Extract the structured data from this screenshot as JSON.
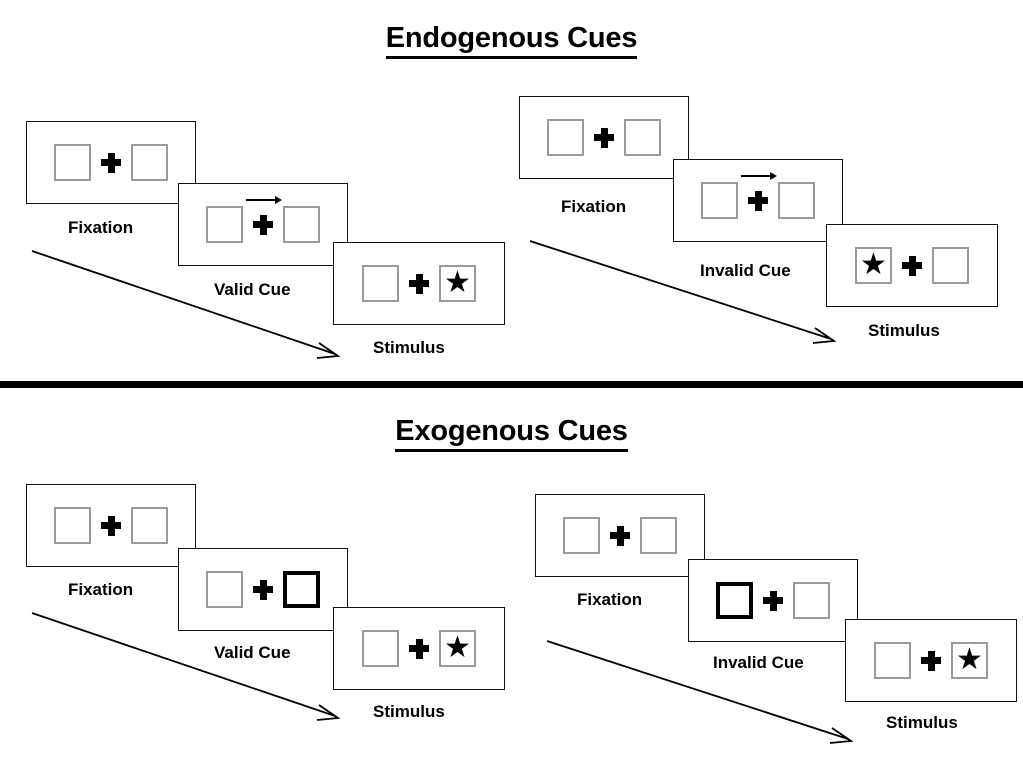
{
  "figure": {
    "title_top": "Endogenous Cues",
    "title_bottom": "Exogenous Cues",
    "colors": {
      "frame_border": "#111111",
      "placeholder_border": "#9a9a9a",
      "cued_border": "#000000",
      "stimulus": "#000000",
      "background": "#ffffff"
    }
  },
  "sections": [
    {
      "id": "endogenous",
      "title": "Endogenous Cues",
      "cue_type": "central arrow",
      "sequences": [
        {
          "id": "endogenous-valid",
          "validity": "valid",
          "panels": [
            {
              "label": "Fixation",
              "cue": "none",
              "cue_side": "none",
              "stimulus_side": "none"
            },
            {
              "label": "Valid Cue",
              "cue": "arrow-right",
              "cue_side": "right",
              "stimulus_side": "none"
            },
            {
              "label": "Stimulus",
              "cue": "none",
              "cue_side": "none",
              "stimulus_side": "right"
            }
          ]
        },
        {
          "id": "endogenous-invalid",
          "validity": "invalid",
          "panels": [
            {
              "label": "Fixation",
              "cue": "none",
              "cue_side": "none",
              "stimulus_side": "none"
            },
            {
              "label": "Invalid Cue",
              "cue": "arrow-right",
              "cue_side": "right",
              "stimulus_side": "none"
            },
            {
              "label": "Stimulus",
              "cue": "none",
              "cue_side": "none",
              "stimulus_side": "left"
            }
          ]
        }
      ]
    },
    {
      "id": "exogenous",
      "title": "Exogenous Cues",
      "cue_type": "peripheral box flash",
      "sequences": [
        {
          "id": "exogenous-valid",
          "validity": "valid",
          "panels": [
            {
              "label": "Fixation",
              "cue": "none",
              "cue_side": "none",
              "stimulus_side": "none"
            },
            {
              "label": "Valid Cue",
              "cue": "box-flash",
              "cue_side": "right",
              "stimulus_side": "none"
            },
            {
              "label": "Stimulus",
              "cue": "none",
              "cue_side": "none",
              "stimulus_side": "right"
            }
          ]
        },
        {
          "id": "exogenous-invalid",
          "validity": "invalid",
          "panels": [
            {
              "label": "Fixation",
              "cue": "none",
              "cue_side": "none",
              "stimulus_side": "none"
            },
            {
              "label": "Invalid Cue",
              "cue": "box-flash",
              "cue_side": "left",
              "stimulus_side": "none"
            },
            {
              "label": "Stimulus",
              "cue": "none",
              "cue_side": "none",
              "stimulus_side": "right"
            }
          ]
        }
      ]
    }
  ],
  "labels": {
    "fixation": "Fixation",
    "valid_cue": "Valid Cue",
    "invalid_cue": "Invalid Cue",
    "stimulus": "Stimulus"
  },
  "glyphs": {
    "star": "★",
    "cross": "+",
    "arrow": "→"
  }
}
